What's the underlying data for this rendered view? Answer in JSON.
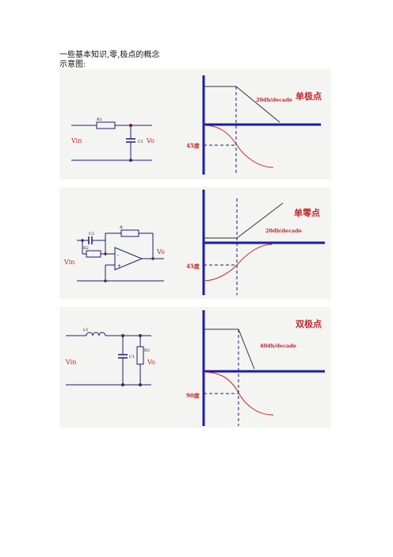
{
  "intro": {
    "line1": "一些基本知识,零,极点的概念",
    "line2": "示意图:"
  },
  "colors": {
    "circuit_wire": "#1b1b7a",
    "pin_label": "#c0282a",
    "node_dot": "#8a1c1c",
    "bode_axis": "#1c1ca8",
    "phase_curve": "#c0282a",
    "guide_dash": "#1c1c7a",
    "panel_bg": "#f4f4f2"
  },
  "panels": [
    {
      "title": "单极点",
      "slope_label": "20db/decade",
      "phase_label": "45度",
      "circuit": {
        "input_label": "Vin",
        "output_label": "Vo",
        "components": [
          "R1",
          "C1"
        ]
      }
    },
    {
      "title": "单零点",
      "slope_label": "20db/decade",
      "phase_label": "45度",
      "circuit": {
        "input_label": "Vin",
        "output_label": "Vo",
        "components": [
          "C2",
          "R",
          "R2"
        ]
      }
    },
    {
      "title": "双极点",
      "slope_label": "40db/decade",
      "phase_label": "90度",
      "circuit": {
        "input_label": "Vin",
        "output_label": "Vo",
        "components": [
          "L1",
          "C1",
          "R3"
        ]
      }
    }
  ]
}
